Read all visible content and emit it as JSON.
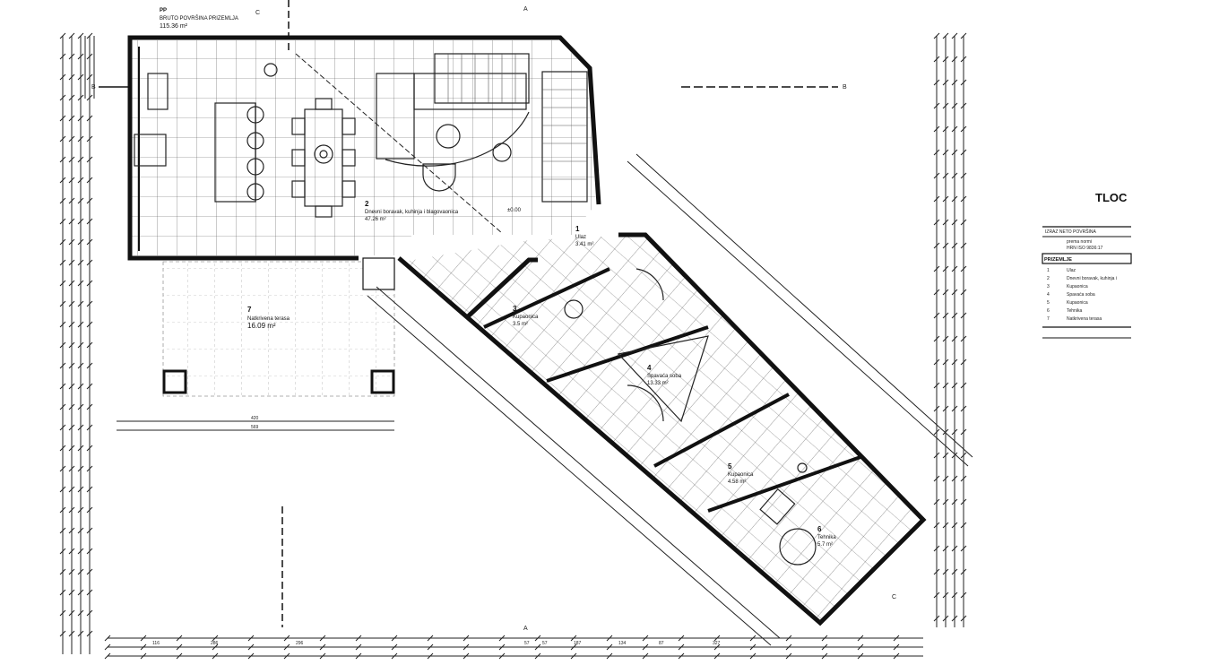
{
  "plan": {
    "floor_code": "PP",
    "gross_area_label": "BRUTO POVRŠINA PRIZEMLJA",
    "gross_area_value": "115.36 m²",
    "level_mark": "±0.00",
    "section_marks": [
      "C",
      "C",
      "B",
      "B",
      "A",
      "A"
    ]
  },
  "rooms": [
    {
      "num": "1",
      "name": "Ulaz",
      "area": "3.41 m²"
    },
    {
      "num": "2",
      "name": "Dnevni boravak, kuhinja i blagovaonica",
      "area": "47.26 m²"
    },
    {
      "num": "3",
      "name": "Kupaonica",
      "area": "3.5 m²"
    },
    {
      "num": "4",
      "name": "Spavaća soba",
      "area": "13.33 m²"
    },
    {
      "num": "5",
      "name": "Kupaonica",
      "area": "4.58 m²"
    },
    {
      "num": "6",
      "name": "Tehnika",
      "area": "5.7 m²"
    },
    {
      "num": "7",
      "name": "Natkrivena terasa",
      "area": "16.09 m²"
    }
  ],
  "legend": {
    "title": "TLOC",
    "header": "IZRAZ NETO POVRŠINA",
    "norm_line1": "prema normi",
    "norm_line2": "HRN ISO 9836:17",
    "section": "PRIZEMLJE",
    "items": [
      {
        "num": "1",
        "name": "Ulaz"
      },
      {
        "num": "2",
        "name": "Dnevni boravak, kuhinja i"
      },
      {
        "num": "3",
        "name": "Kupaonica"
      },
      {
        "num": "4",
        "name": "Spavaća soba"
      },
      {
        "num": "5",
        "name": "Kupaonica"
      },
      {
        "num": "6",
        "name": "Tehnika"
      },
      {
        "num": "7",
        "name": "Natkrivena terasa"
      }
    ]
  },
  "dimensions": {
    "bottom": [
      "116",
      "286",
      "296",
      "57",
      "57",
      "187",
      "134",
      "87",
      "327"
    ],
    "terrace": [
      "420",
      "569"
    ]
  }
}
